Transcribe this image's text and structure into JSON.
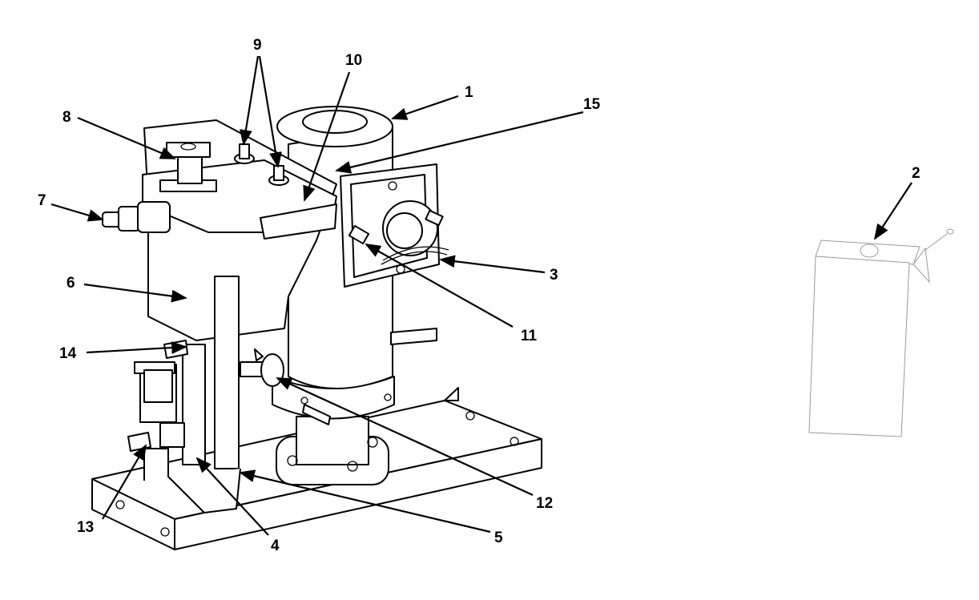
{
  "callouts": [
    {
      "id": "c1",
      "label": "1"
    },
    {
      "id": "c2",
      "label": "2"
    },
    {
      "id": "c3",
      "label": "3"
    },
    {
      "id": "c4",
      "label": "4"
    },
    {
      "id": "c5",
      "label": "5"
    },
    {
      "id": "c6",
      "label": "6"
    },
    {
      "id": "c7",
      "label": "7"
    },
    {
      "id": "c8",
      "label": "8"
    },
    {
      "id": "c9",
      "label": "9"
    },
    {
      "id": "c10",
      "label": "10"
    },
    {
      "id": "c11",
      "label": "11"
    },
    {
      "id": "c12",
      "label": "12"
    },
    {
      "id": "c13",
      "label": "13"
    },
    {
      "id": "c14",
      "label": "14"
    },
    {
      "id": "c15",
      "label": "15"
    }
  ]
}
